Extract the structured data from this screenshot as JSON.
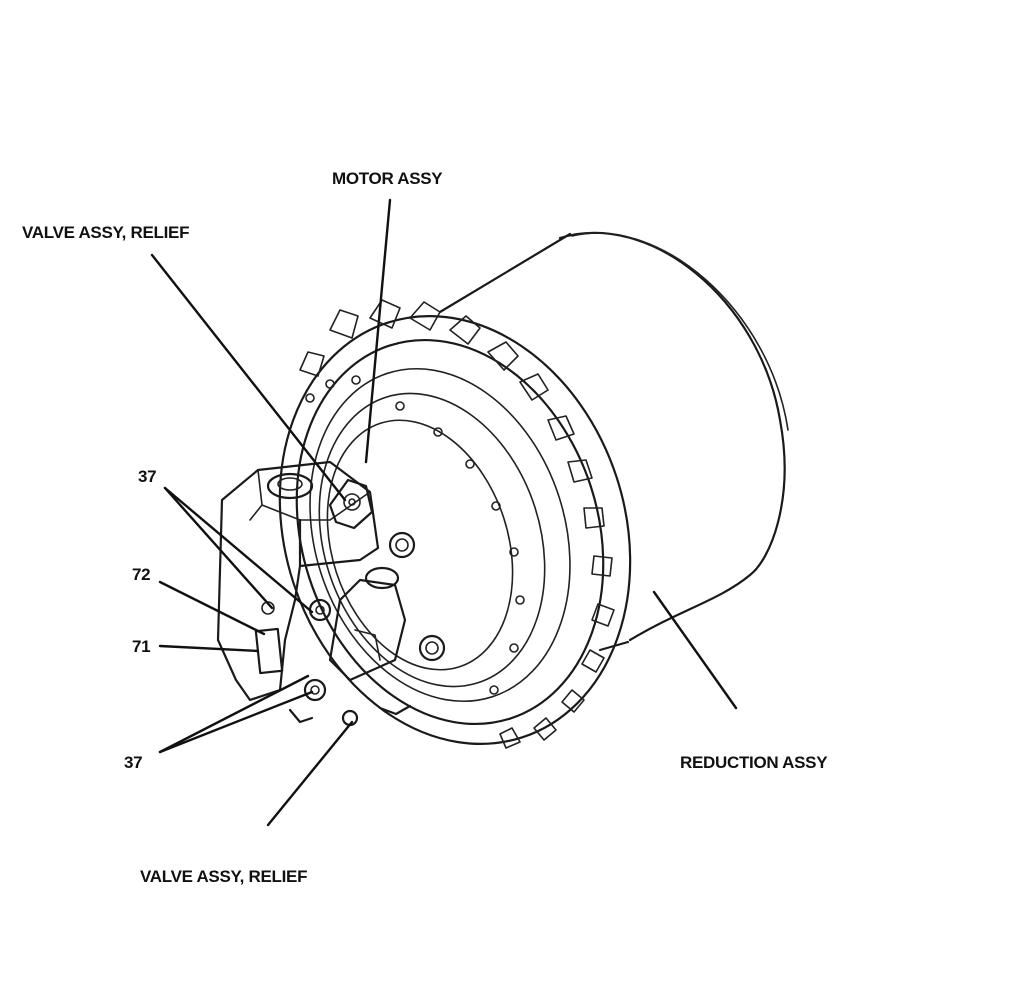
{
  "labels": {
    "motor_assy": "MOTOR ASSY",
    "valve_relief_top": "VALVE ASSY, RELIEF",
    "callout_37_top": "37",
    "callout_72": "72",
    "callout_71": "71",
    "callout_37_bottom": "37",
    "reduction_assy": "REDUCTION ASSY",
    "valve_relief_bottom": "VALVE ASSY, RELIEF"
  }
}
